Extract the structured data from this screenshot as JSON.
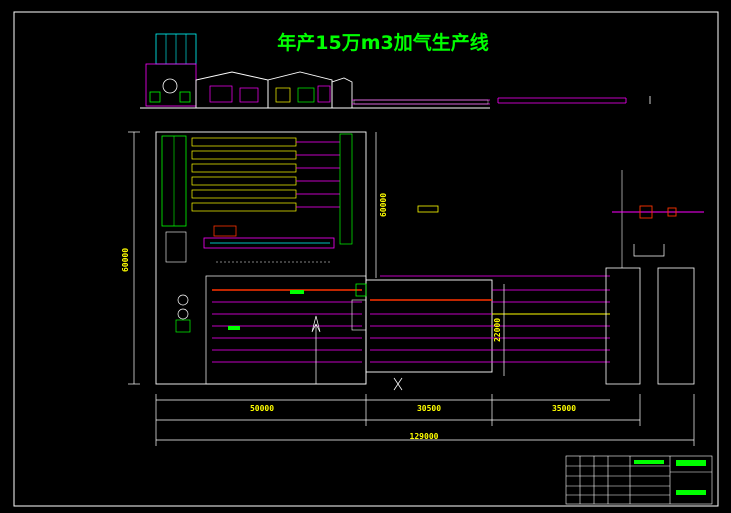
{
  "drawing": {
    "title": "年产15万m3加气生产线",
    "colors": {
      "background": "#000000",
      "frame": "#ffffff",
      "title": "#00ff00",
      "dimension": "#ffff00",
      "line_primary": "#ff00ff",
      "line_secondary": "#00ffff",
      "structure": "#ffffff",
      "equipment": "#00ff00",
      "hot": "#ff3300"
    },
    "dimensions": {
      "bottom_left": "50000",
      "bottom_mid": "30500",
      "bottom_right": "35000",
      "bottom_total": "129000",
      "left_height": "60000",
      "center_height": "60000",
      "right_height": "22000"
    }
  }
}
